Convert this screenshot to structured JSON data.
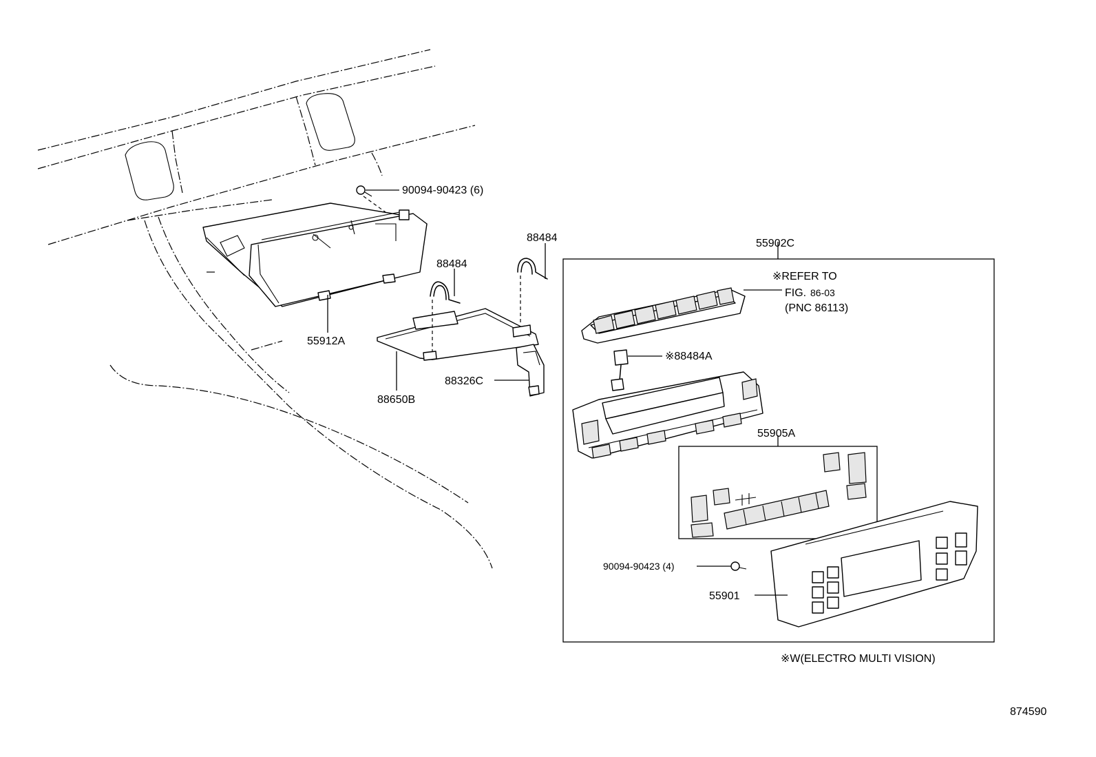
{
  "labels": {
    "bolt_6": "90094-90423 (6)",
    "housing": "55912A",
    "wire_harness_left": "88484",
    "wire_harness_right": "88484",
    "computer": "88650B",
    "bracket": "88326C",
    "assembly_box": "55902C",
    "refer_line1": "※REFER TO",
    "refer_line2_fig": "FIG.",
    "refer_line2_num": "86-03",
    "refer_line3": "(PNC 86113)",
    "wire_harness_marked": "※88484A",
    "switch_panel": "55905A",
    "bolt_4": "90094-90423 (4)",
    "bezel": "55901",
    "footnote": "※W(ELECTRO MULTI VISION)",
    "figure_number": "874590"
  }
}
